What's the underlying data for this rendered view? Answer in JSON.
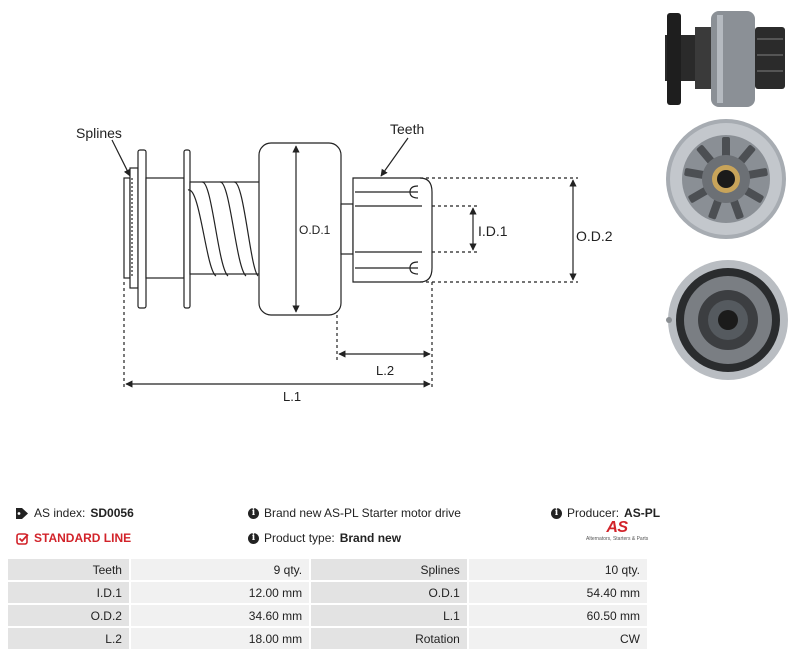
{
  "diagram": {
    "labels": {
      "splines": "Splines",
      "teeth": "Teeth",
      "od1": "O.D.1",
      "id1": "I.D.1",
      "od2": "O.D.2",
      "l2": "L.2",
      "l1": "L.1"
    }
  },
  "info": {
    "as_index_label": "AS index:",
    "as_index_value": "SD0056",
    "line": "STANDARD LINE",
    "description": "Brand new AS-PL Starter motor drive",
    "product_type_label": "Product type:",
    "product_type_value": "Brand new",
    "producer_label": "Producer:",
    "producer_value": "AS-PL"
  },
  "logo": {
    "mark": "AS",
    "tagline": "Alternators, Starters & Parts"
  },
  "specs": [
    [
      "Teeth",
      "9 qty.",
      "Splines",
      "10 qty."
    ],
    [
      "I.D.1",
      "12.00 mm",
      "O.D.1",
      "54.40 mm"
    ],
    [
      "O.D.2",
      "34.60 mm",
      "L.1",
      "60.50 mm"
    ],
    [
      "L.2",
      "18.00 mm",
      "Rotation",
      "CW"
    ]
  ],
  "colors": {
    "accent": "#d2232a",
    "key_cell": "#e3e3e3",
    "value_cell": "#f1f1f1"
  }
}
